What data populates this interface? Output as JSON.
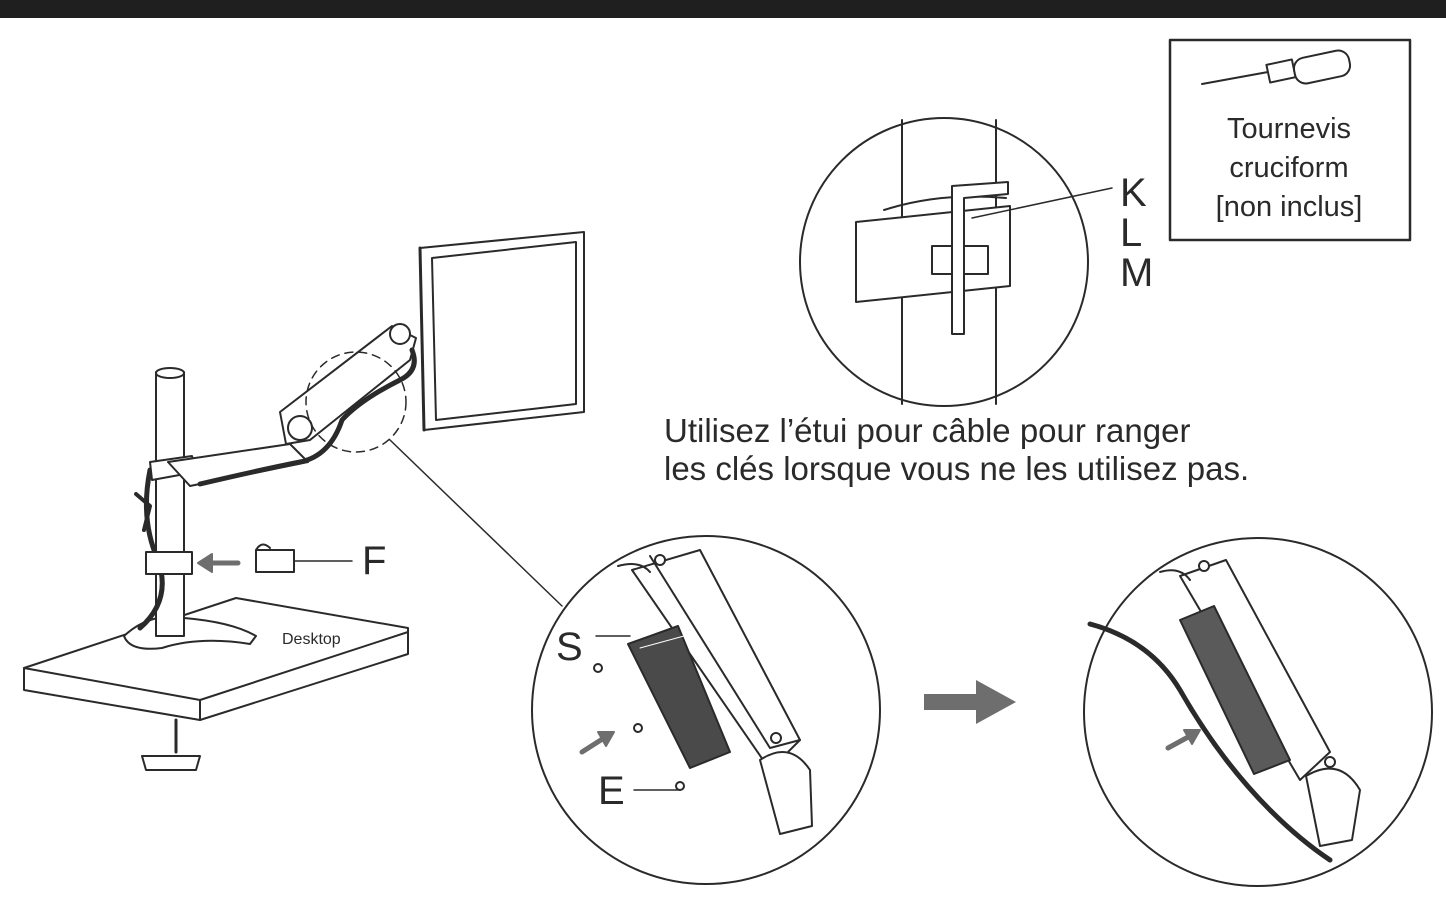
{
  "colors": {
    "ink": "#2a2a2a",
    "arrow": "#6e6e6e",
    "bar": "#1f1f1f"
  },
  "tool_box": {
    "lines": [
      "Tournevis",
      "cruciform",
      "[non inclus]"
    ]
  },
  "caption": {
    "lines": [
      "Utilisez l’étui pour câble pour ranger",
      "les clés lorsque vous ne les utilisez pas."
    ]
  },
  "labels": {
    "F": "F",
    "S": "S",
    "E": "E",
    "K": "K",
    "L": "L",
    "M": "M",
    "desktop": "Desktop"
  },
  "icons": [
    "screwdriver-icon",
    "arrow-right-icon",
    "arrow-left-icon"
  ]
}
